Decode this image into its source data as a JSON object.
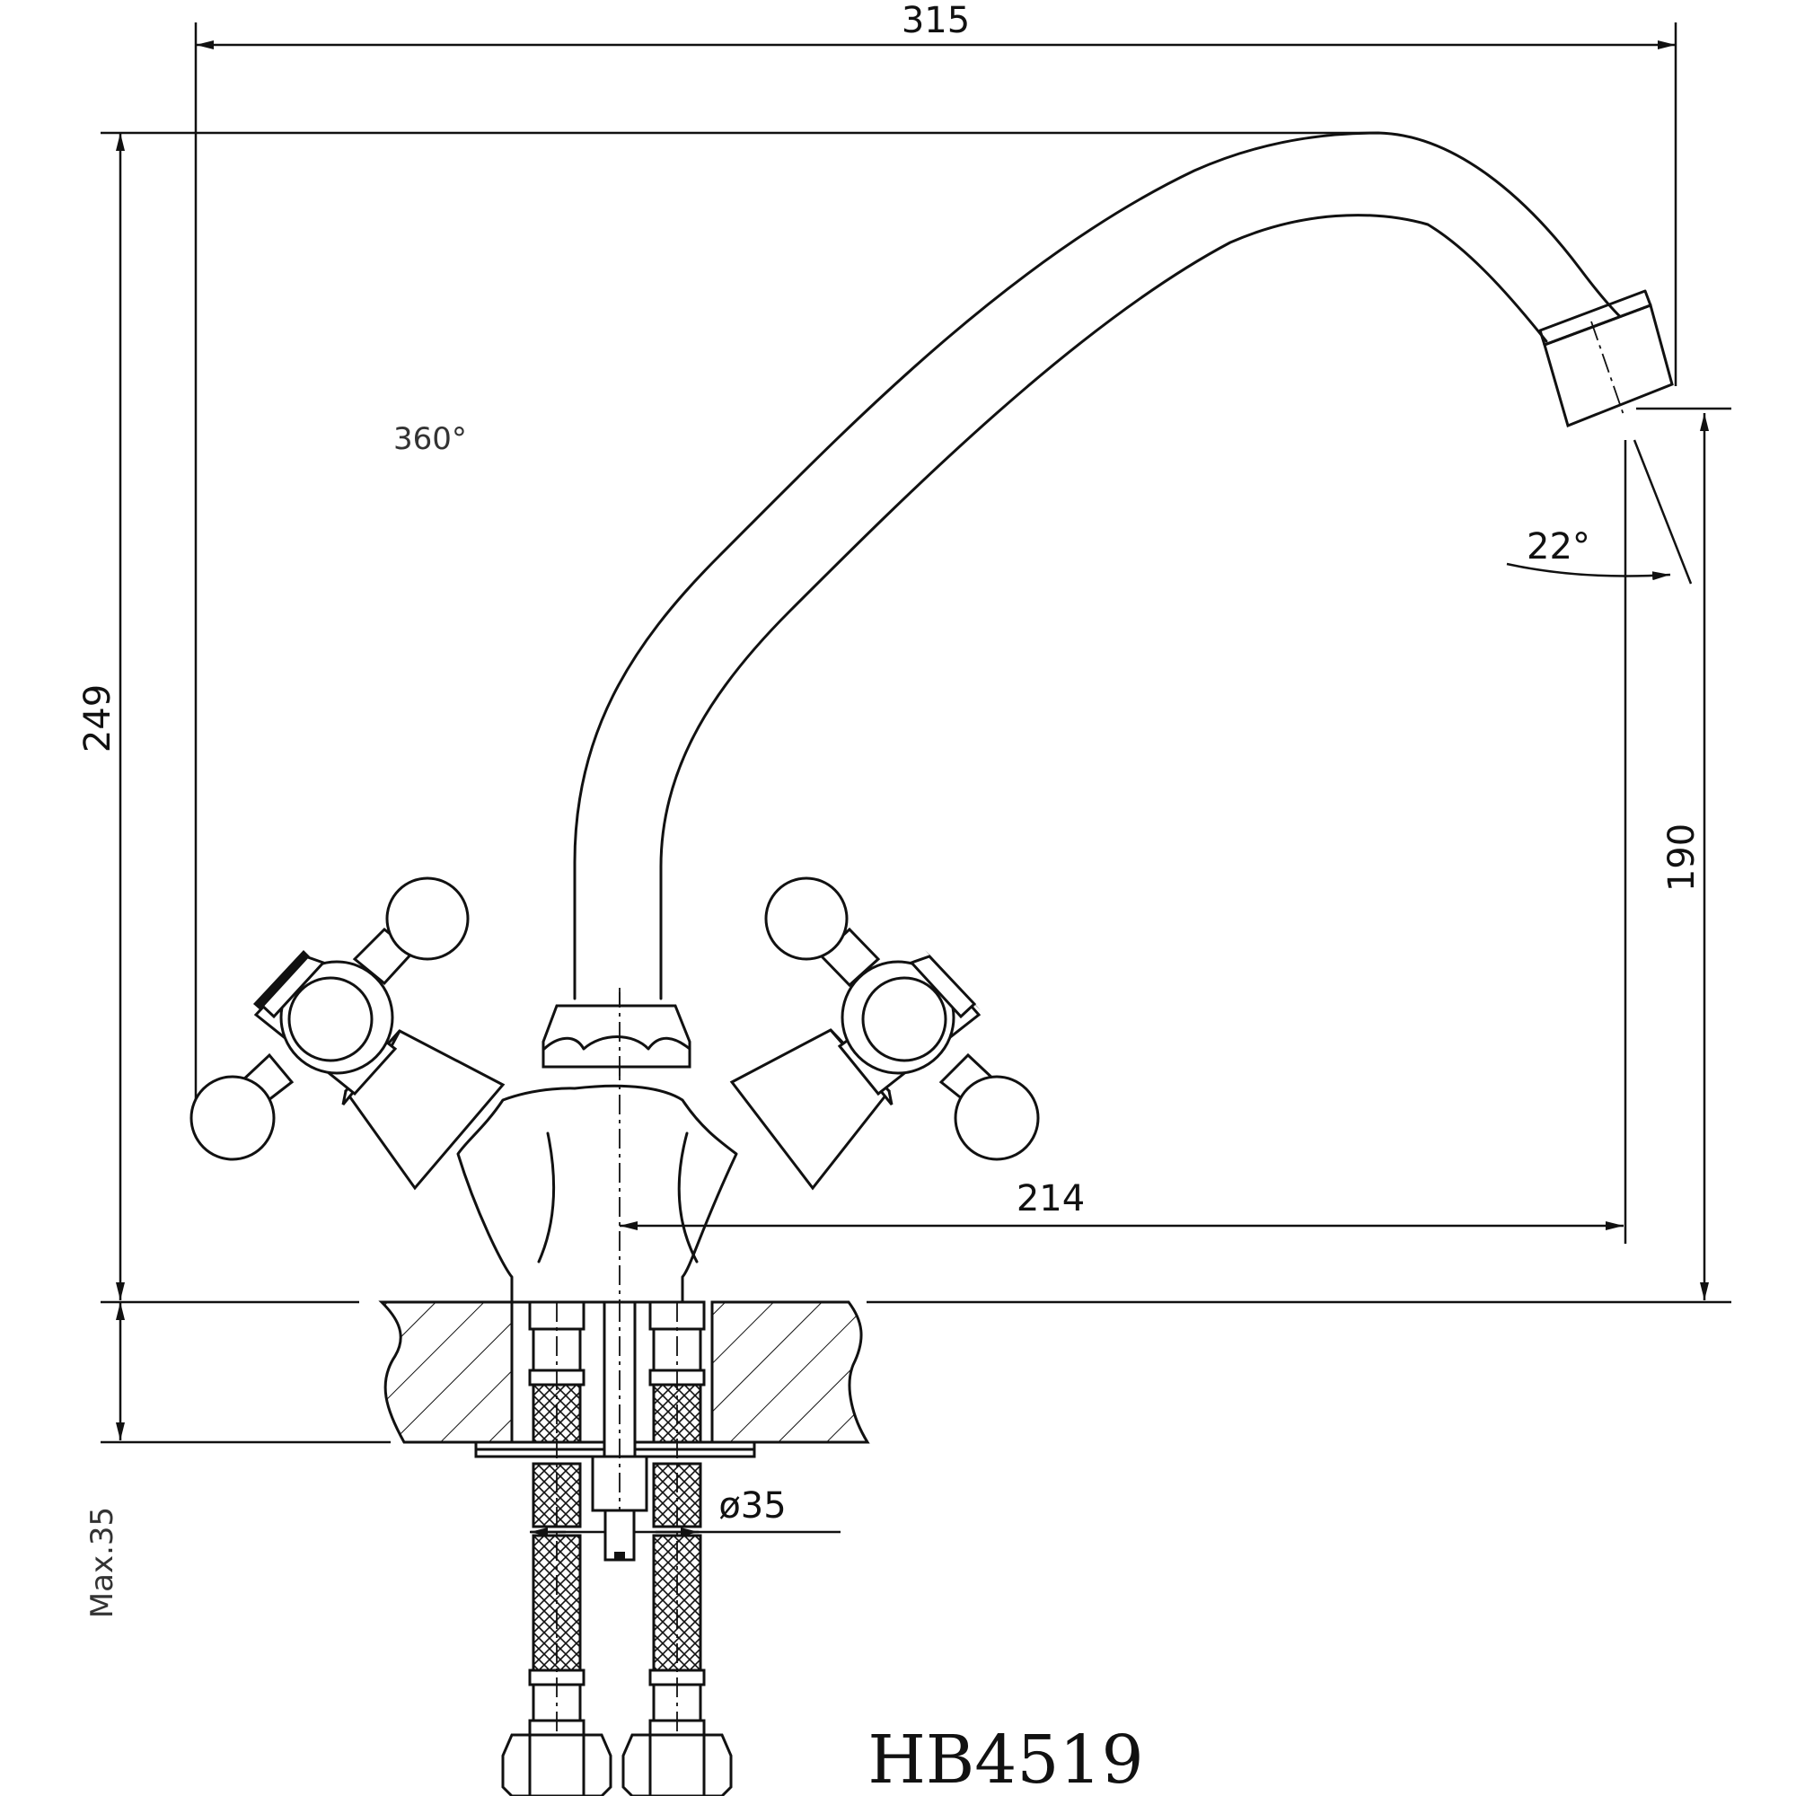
{
  "drawing": {
    "model_code": "HB4519",
    "rotation_label": "360°",
    "spout_angle_label": "22°",
    "dimensions": {
      "overall_width": "315",
      "overall_height": "249",
      "spout_height": "190",
      "spout_reach": "214",
      "mounting_hole": "ø35",
      "max_deck_thickness": "Max.35"
    }
  }
}
